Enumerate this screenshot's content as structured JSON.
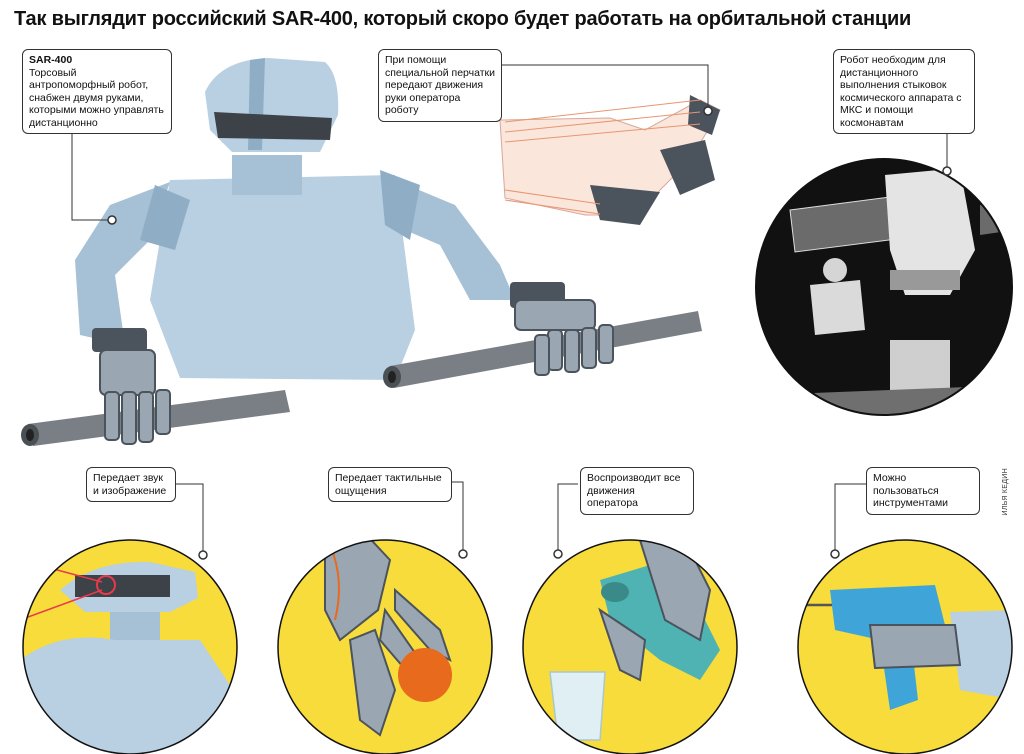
{
  "title": "Так выглядит российский SAR-400, который скоро будет работать на орбитальной станции",
  "callouts": {
    "robot": {
      "heading": "SAR-400",
      "text": "Торсовый антропоморфный робот, снабжен двумя руками, которыми можно управлять дистанционно"
    },
    "glove": {
      "text": "При помощи специальной перчатки передают движения руки оператора роботу"
    },
    "station": {
      "text": "Робот необходим для дистанционного выполнения стыковок космического аппарата с МКС и помощи космонавтам"
    },
    "sound": {
      "text": "Передает звук и изображение"
    },
    "tactile": {
      "text": "Передает тактильные ощущения"
    },
    "motion": {
      "text": "Воспроизводит все движения оператора"
    },
    "tools": {
      "text": "Можно пользоваться инструментами"
    }
  },
  "credit": "ИЛЬЯ КЕДИН",
  "colors": {
    "robot_body": "#b9cfe2",
    "robot_shadow": "#8faec6",
    "metal": "#6c7a88",
    "yellow": "#f7dc3b",
    "pipe": "#7a7f85",
    "skin": "#fbe6dc",
    "tool_blue": "#3fa5d9",
    "ball": "#e86a1c",
    "bottle": "#4fb3b3"
  }
}
